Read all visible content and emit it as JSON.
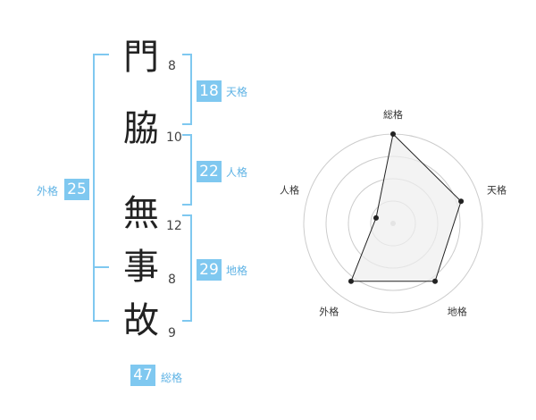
{
  "name": {
    "characters": [
      {
        "char": "門",
        "strokes": "8"
      },
      {
        "char": "脇",
        "strokes": "10"
      },
      {
        "char": "無",
        "strokes": "12"
      },
      {
        "char": "事",
        "strokes": "8"
      },
      {
        "char": "故",
        "strokes": "9"
      }
    ]
  },
  "fortune": {
    "tenkaku": {
      "value": "18",
      "label": "天格"
    },
    "jinkaku": {
      "value": "22",
      "label": "人格"
    },
    "chikaku": {
      "value": "29",
      "label": "地格"
    },
    "gaikaku": {
      "value": "25",
      "label": "外格"
    },
    "soukaku": {
      "value": "47",
      "label": "総格"
    }
  },
  "colors": {
    "accent": "#7fc8f0",
    "accent_text": "#5fb3e5",
    "radar_fill": "#eeeeee",
    "radar_ring": "#cccccc",
    "radar_line": "#222222"
  },
  "chart_data": {
    "type": "radar",
    "axes": [
      "総格",
      "天格",
      "地格",
      "外格",
      "人格"
    ],
    "values": [
      5,
      4,
      4,
      4,
      1
    ],
    "max": 5,
    "rings": 4
  }
}
